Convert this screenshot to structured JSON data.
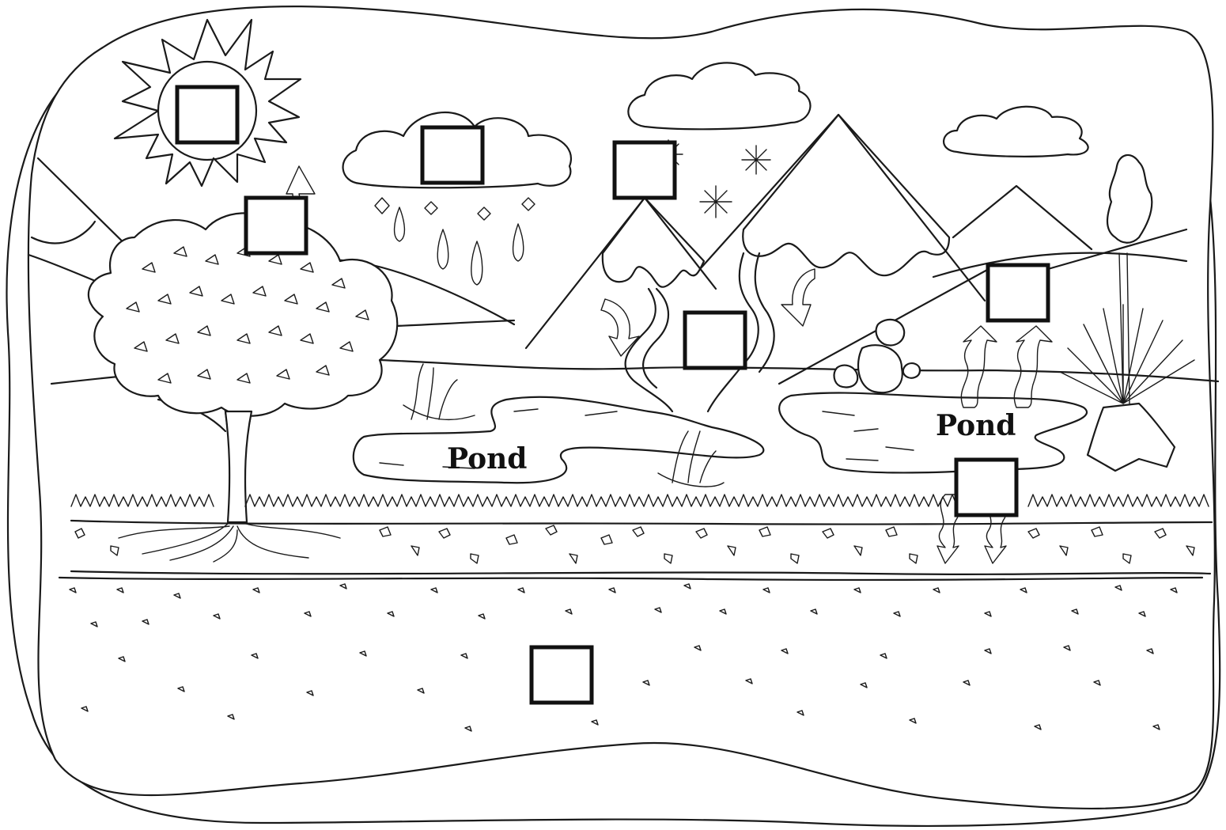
{
  "diagram": {
    "labels": {
      "pond_left": "Pond",
      "pond_right": "Pond"
    },
    "answer_boxes": [
      {
        "id": "sun",
        "value": ""
      },
      {
        "id": "transpiration",
        "value": ""
      },
      {
        "id": "rain-cloud",
        "value": ""
      },
      {
        "id": "snow",
        "value": ""
      },
      {
        "id": "runoff",
        "value": ""
      },
      {
        "id": "evaporation",
        "value": ""
      },
      {
        "id": "infiltration",
        "value": ""
      },
      {
        "id": "groundwater",
        "value": ""
      }
    ]
  }
}
